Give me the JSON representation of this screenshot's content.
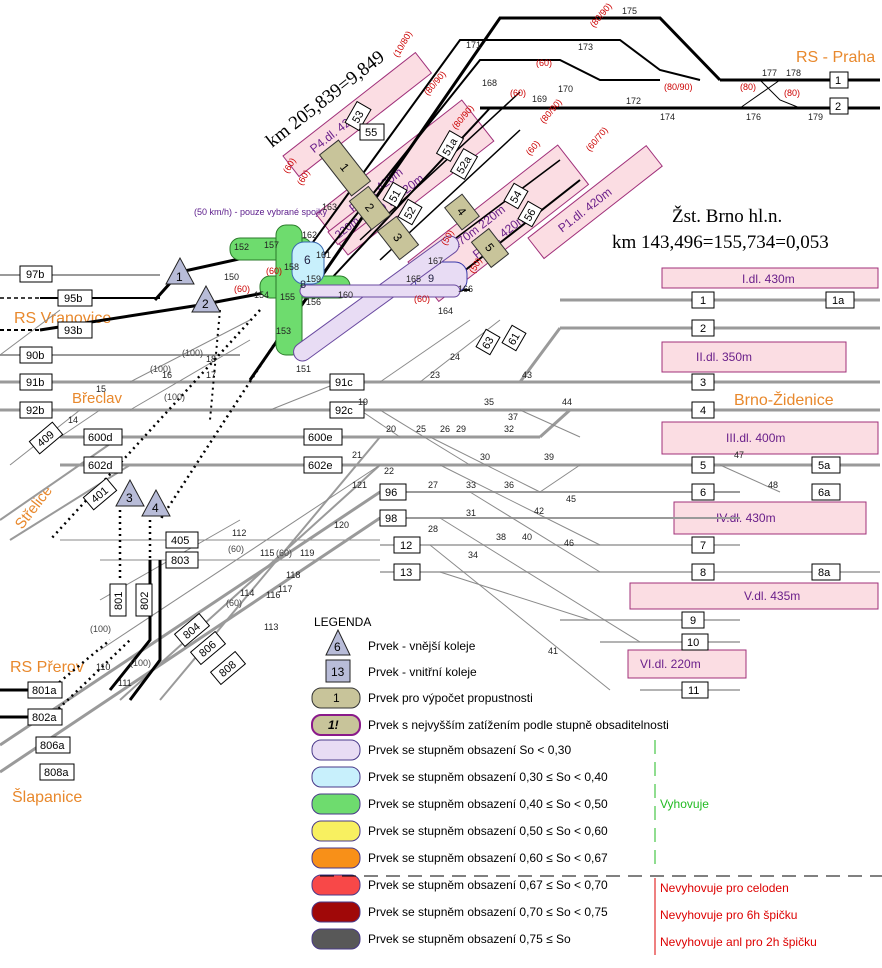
{
  "header": {
    "km_left": "km 205,839=9,849",
    "station_name": "Žst. Brno hl.n.",
    "km_right": "km 143,496=155,734=0,053"
  },
  "directions": {
    "praha": "RS - Praha",
    "vranovice": "RS Vranovice",
    "breclav": "Břeclav",
    "zidenice": "Brno-Židenice",
    "strelice": "Střelice",
    "prerov": "RS Přerov",
    "slapanice": "Šlapanice"
  },
  "speed_note": "(50 km/h) - pouze vybrané spojky",
  "platforms": [
    {
      "label": "I.dl. 430m"
    },
    {
      "label": "II.dl. 350m"
    },
    {
      "label": "III.dl. 400m"
    },
    {
      "label": "IV.dl. 430m"
    },
    {
      "label": "V.dl. 435m"
    },
    {
      "label": "VI.dl. 220m"
    }
  ],
  "diag_platforms": [
    {
      "label": "P4.dl. 420m"
    },
    {
      "label": "P3.dl. 420m"
    },
    {
      "label": "470 m   220m"
    },
    {
      "label": "220m"
    },
    {
      "label": "220m    470m    220m"
    },
    {
      "label": "P2.dl. 420m"
    },
    {
      "label": "P1.dl. 420m"
    }
  ],
  "track_labels_left": [
    "97b",
    "95b",
    "93b",
    "90b",
    "91b",
    "92b",
    "409",
    "600d",
    "602d",
    "401"
  ],
  "track_labels_mid": [
    "91c",
    "92c",
    "600e",
    "602e",
    "96",
    "98",
    "12",
    "13",
    "405",
    "803",
    "801",
    "802",
    "804",
    "806",
    "808"
  ],
  "track_labels_right": [
    "1",
    "1a",
    "2",
    "3",
    "4",
    "5",
    "5a",
    "6",
    "6a",
    "7",
    "8",
    "8a",
    "9",
    "10",
    "11"
  ],
  "track_labels_top": [
    "53",
    "55",
    "51",
    "51a",
    "52",
    "52a",
    "54",
    "56",
    "61",
    "63"
  ],
  "track_labels_bottom_left": [
    "801a",
    "802a",
    "806a",
    "808a"
  ],
  "top_tracks": [
    "1",
    "2"
  ],
  "outer_switches": [
    "1",
    "2",
    "3",
    "4"
  ],
  "inner_elements": [
    "1",
    "2",
    "3",
    "4",
    "5",
    "6",
    "8",
    "9"
  ],
  "switch_numbers": [
    "175",
    "171",
    "173",
    "168",
    "169",
    "170",
    "172",
    "174",
    "176",
    "177",
    "178",
    "179",
    "163",
    "162",
    "161",
    "152",
    "157",
    "150",
    "158",
    "159",
    "154",
    "155",
    "156",
    "153",
    "151",
    "160",
    "165",
    "166",
    "167",
    "164",
    "24",
    "23",
    "43",
    "25",
    "26",
    "29",
    "35",
    "37",
    "44",
    "19",
    "20",
    "30",
    "32",
    "39",
    "22",
    "21",
    "27",
    "33",
    "36",
    "45",
    "31",
    "42",
    "46",
    "28",
    "38",
    "40",
    "34",
    "41",
    "47",
    "48",
    "112",
    "115",
    "121",
    "120",
    "119",
    "118",
    "117",
    "116",
    "114",
    "113",
    "110",
    "111",
    "14",
    "15",
    "16",
    "17",
    "18"
  ],
  "speeds": [
    "(60)",
    "(60)",
    "(80/90)",
    "(10/80)",
    "(80/90)",
    "(60)",
    "(80/90)",
    "(80/90)",
    "(80/90)",
    "(80)",
    "(80)",
    "(60)",
    "(60)",
    "(60/70)",
    "(50)",
    "(50)",
    "(60)",
    "(60)",
    "(60)",
    "(100)",
    "(100)",
    "(100)",
    "(60)",
    "(60)",
    "(60)",
    "(100)",
    "(100)"
  ],
  "legend": {
    "title": "LEGENDA",
    "items": [
      {
        "symbol": "6",
        "text": "Prvek - vnější koleje"
      },
      {
        "symbol": "13",
        "text": "Prvek - vnitřní koleje"
      },
      {
        "symbol": "1",
        "text": "Prvek pro výpočet propustnosti"
      },
      {
        "symbol": "1!",
        "text": "Prvek s nejvyšším zatížením podle stupně obsaditelnosti"
      },
      {
        "text": "Prvek se stupněm obsazení So < 0,30",
        "color": "#e8dcf4"
      },
      {
        "text": "Prvek se stupněm obsazení 0,30 ≤ So < 0,40",
        "color": "#c8f0fc"
      },
      {
        "text": "Prvek se stupněm obsazení 0,40 ≤ So < 0,50",
        "color": "#6edc6e"
      },
      {
        "text": "Prvek se stupněm obsazení 0,50 ≤ So < 0,60",
        "color": "#f8f060"
      },
      {
        "text": "Prvek se stupněm obsazení 0,60 ≤ So < 0,67",
        "color": "#f89018"
      },
      {
        "text": "Prvek se stupněm obsazení 0,67 ≤ So < 0,70",
        "color": "#f84848"
      },
      {
        "text": "Prvek se stupněm obsazení 0,70 ≤ So < 0,75",
        "color": "#a00808"
      },
      {
        "text": "Prvek se stupněm obsazení 0,75 ≤ So",
        "color": "#585858"
      }
    ],
    "notes": {
      "ok": "Vyhovuje",
      "full_day": "Nevyhovuje pro celoden",
      "peak6": "Nevyhovuje pro 6h špičku",
      "peak2": "Nevyhovuje anl pro 2h špičku"
    }
  },
  "colors": {
    "ok_note": "#22bb22",
    "fail_note": "#dd0000",
    "direction_text": "#e8882c",
    "platform_fill": "#fbdde3",
    "platform_border": "#a0307a"
  }
}
